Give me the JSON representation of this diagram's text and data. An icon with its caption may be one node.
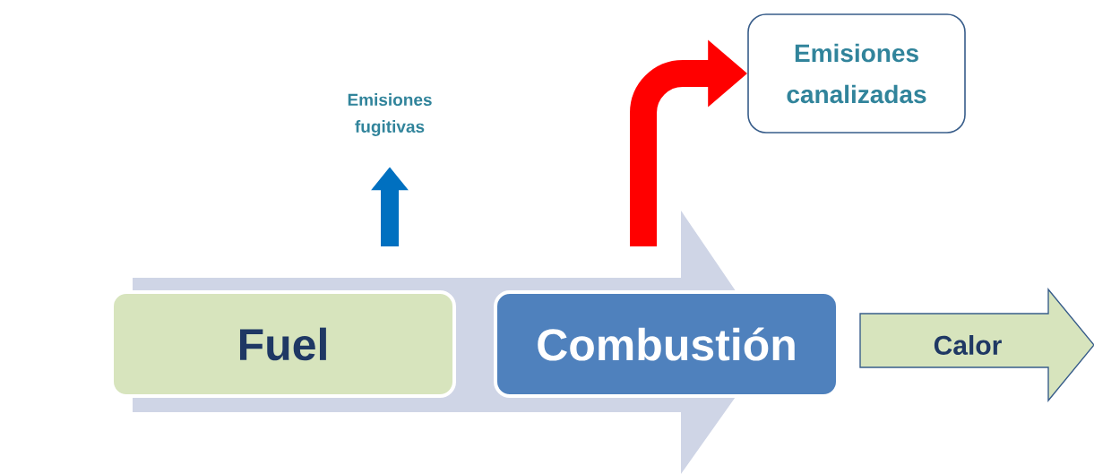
{
  "diagram": {
    "nodes": [
      {
        "text": [
          "Fuel"
        ]
      },
      {
        "text": [
          "Combustión"
        ]
      },
      {
        "text": [
          "Emisiones fugitivas"
        ]
      },
      {
        "text": [
          "Emisiones canalizadas"
        ]
      },
      {
        "text": [
          "Calor"
        ]
      }
    ],
    "edges": [
      {
        "from": 0,
        "to": 2,
        "arrow": "to",
        "color": "#0070c0"
      },
      {
        "from": 1,
        "to": 3,
        "arrow": "to",
        "color": "#ff0000"
      }
    ]
  }
}
